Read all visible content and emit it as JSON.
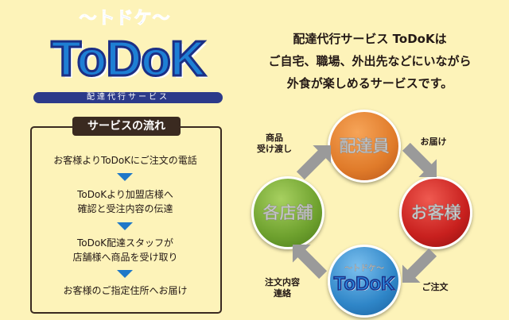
{
  "logo": {
    "kana": "〜トドケ〜",
    "name": "ToDoK",
    "subtitle": "配達代行サービス"
  },
  "tagline": [
    "配達代行サービス ToDoKは",
    "ご自宅、職場、外出先などにいながら",
    "外食が楽しめるサービスです。"
  ],
  "flow": {
    "title": "サービスの流れ",
    "steps": [
      "お客様よりToDoKにご注文の電話",
      "ToDoKより加盟店様へ\n確認と受注内容の伝達",
      "ToDoK配達スタッフが\n店舗様へ商品を受け取り",
      "お客様のご指定住所へお届け"
    ]
  },
  "cycle": {
    "nodes": {
      "driver": "配達員",
      "customer": "お客様",
      "stores": "各店舗",
      "todok_kana": "〜トドケ〜",
      "todok": "ToDoK"
    },
    "labels": {
      "handover": "商品\n受け渡し",
      "deliver": "お届け",
      "order": "ご注文",
      "notify": "注文内容\n連絡"
    },
    "colors": {
      "driver": "#e07b2a",
      "customer": "#c8201e",
      "stores": "#6ea12e",
      "todok": "#2f86c8"
    }
  }
}
